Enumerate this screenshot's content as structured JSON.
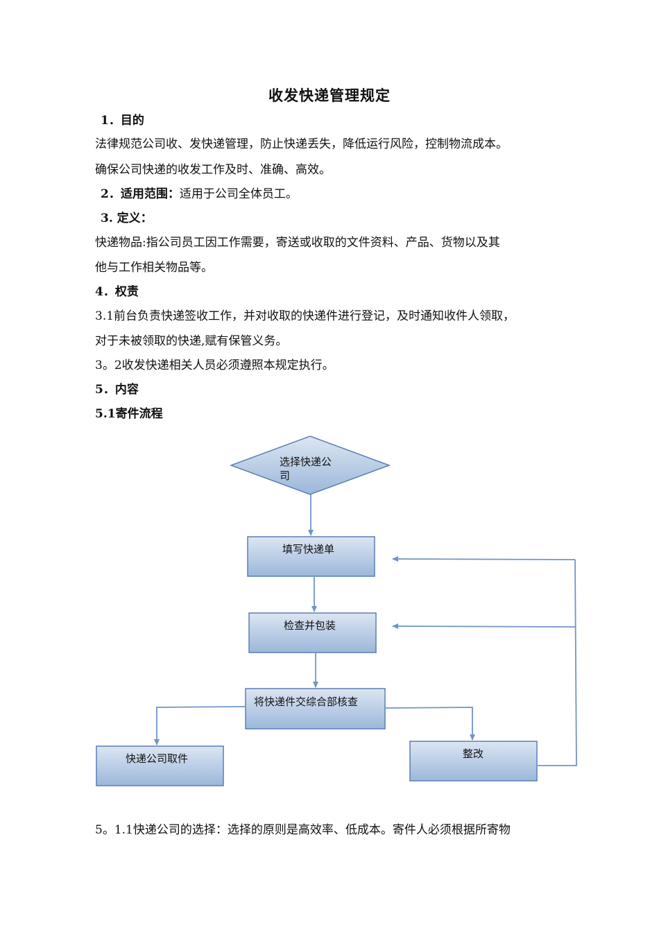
{
  "document": {
    "title": "收发快递管理规定",
    "s1_heading": "1．目的",
    "s1_p1": "法律规范公司收、发快递管理，防止快递丢失，降低运行风险，控制物流成本。",
    "s1_p2": "确保公司快递的收发工作及时、准确、高效。",
    "s2_heading": "2．适用范围：",
    "s2_text": "适用于公司全体员工。",
    "s3_heading": "3. 定义：",
    "s3_p1": "快递物品:指公司员工因工作需要，寄送或收取的文件资料、产品、货物以及其",
    "s3_p2": "他与工作相关物品等。",
    "s4_heading": "4．权责",
    "s4_p1": "3.1前台负责快递签收工作，并对收取的快递件进行登记，及时通知收件人领取，",
    "s4_p2": "对于未被领取的快递,赋有保管义务。",
    "s4_p3": "3。2收发快递相关人员必须遵照本规定执行。",
    "s5_heading": "5．内容",
    "s51_heading": "5.1寄件流程",
    "s511_text": "5。1.1快递公司的选择：选择的原则是高效率、低成本。寄件人必须根据所寄物"
  },
  "flowchart": {
    "decision_line1": "选择快递公",
    "decision_line2": "司",
    "fill_waybill": "填写快递单",
    "inspect_pack": "检查并包装",
    "submit_review": "将快递件交综合部核查",
    "courier_pickup": "快递公司取件",
    "rectify": "整改",
    "colors": {
      "node_fill_top": "#dce6f2",
      "node_fill_bottom": "#9bb7da",
      "node_stroke": "#5b7fb5",
      "arrow": "#6f95c6"
    }
  }
}
